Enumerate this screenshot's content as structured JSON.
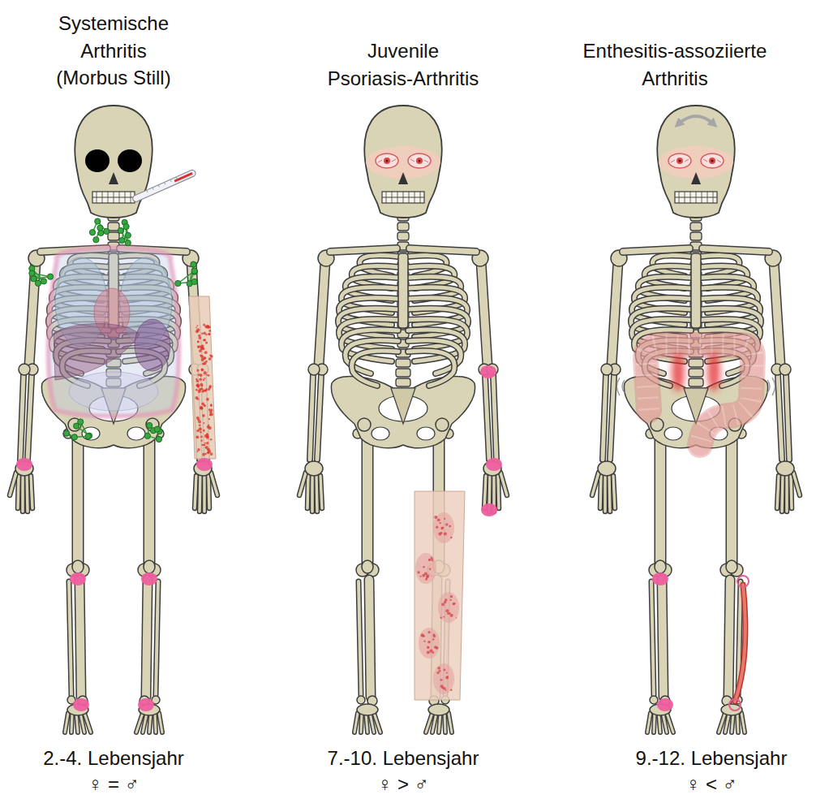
{
  "diagram": {
    "labels": [
      "Systemische Arthritis (Morbus Still)",
      "Juvenile Psoriasis-Arthritis",
      "Enthesitis-assoziierte Arthritis",
      "2.-4. Lebensjahr",
      "7.-10. Lebensjahr",
      "9.-12. Lebensjahr",
      "♀ = ♂",
      "♀ > ♂",
      "♀ < ♂"
    ]
  }
}
